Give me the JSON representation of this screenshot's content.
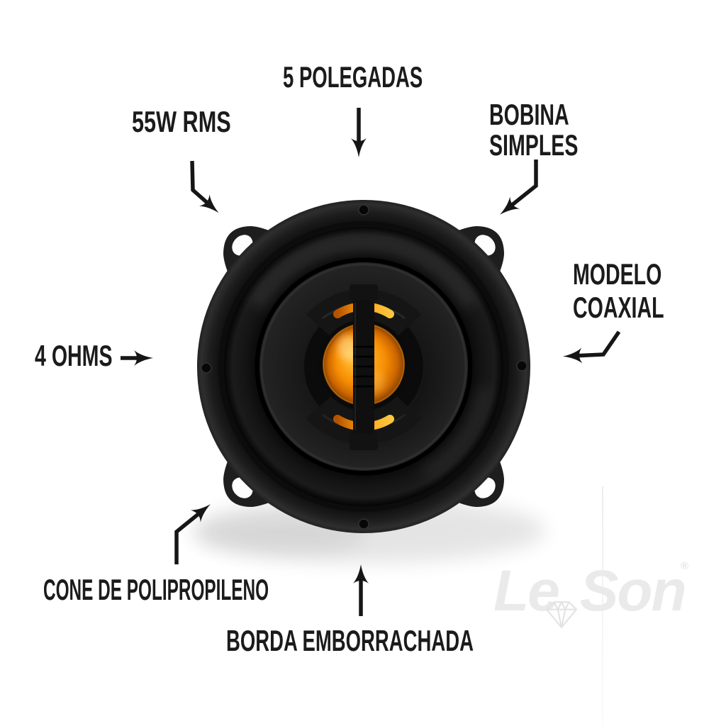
{
  "annotations": {
    "size_label": "5 POLEGADAS",
    "power_label": "55W RMS",
    "coil_label_line1": "BOBINA",
    "coil_label_line2": "SIMPLES",
    "model_label_line1": "MODELO",
    "model_label_line2": "COAXIAL",
    "impedance_label": "4 OHMS",
    "cone_label": "CONE DE POLIPROPILENO",
    "surround_label": "BORDA EMBORRACHADA"
  },
  "watermark": {
    "brand_word1": "Le",
    "brand_word2": "Son",
    "registered_mark": "®",
    "icon": "diamond-icon"
  },
  "colors": {
    "label_text": "#1b1b1b",
    "arrow": "#161616",
    "speaker_orange_bright": "#ffae22",
    "speaker_orange_deep": "#cd6700",
    "speaker_black": "#141414",
    "watermark_gray": "#eaeaea",
    "background": "#ffffff"
  }
}
